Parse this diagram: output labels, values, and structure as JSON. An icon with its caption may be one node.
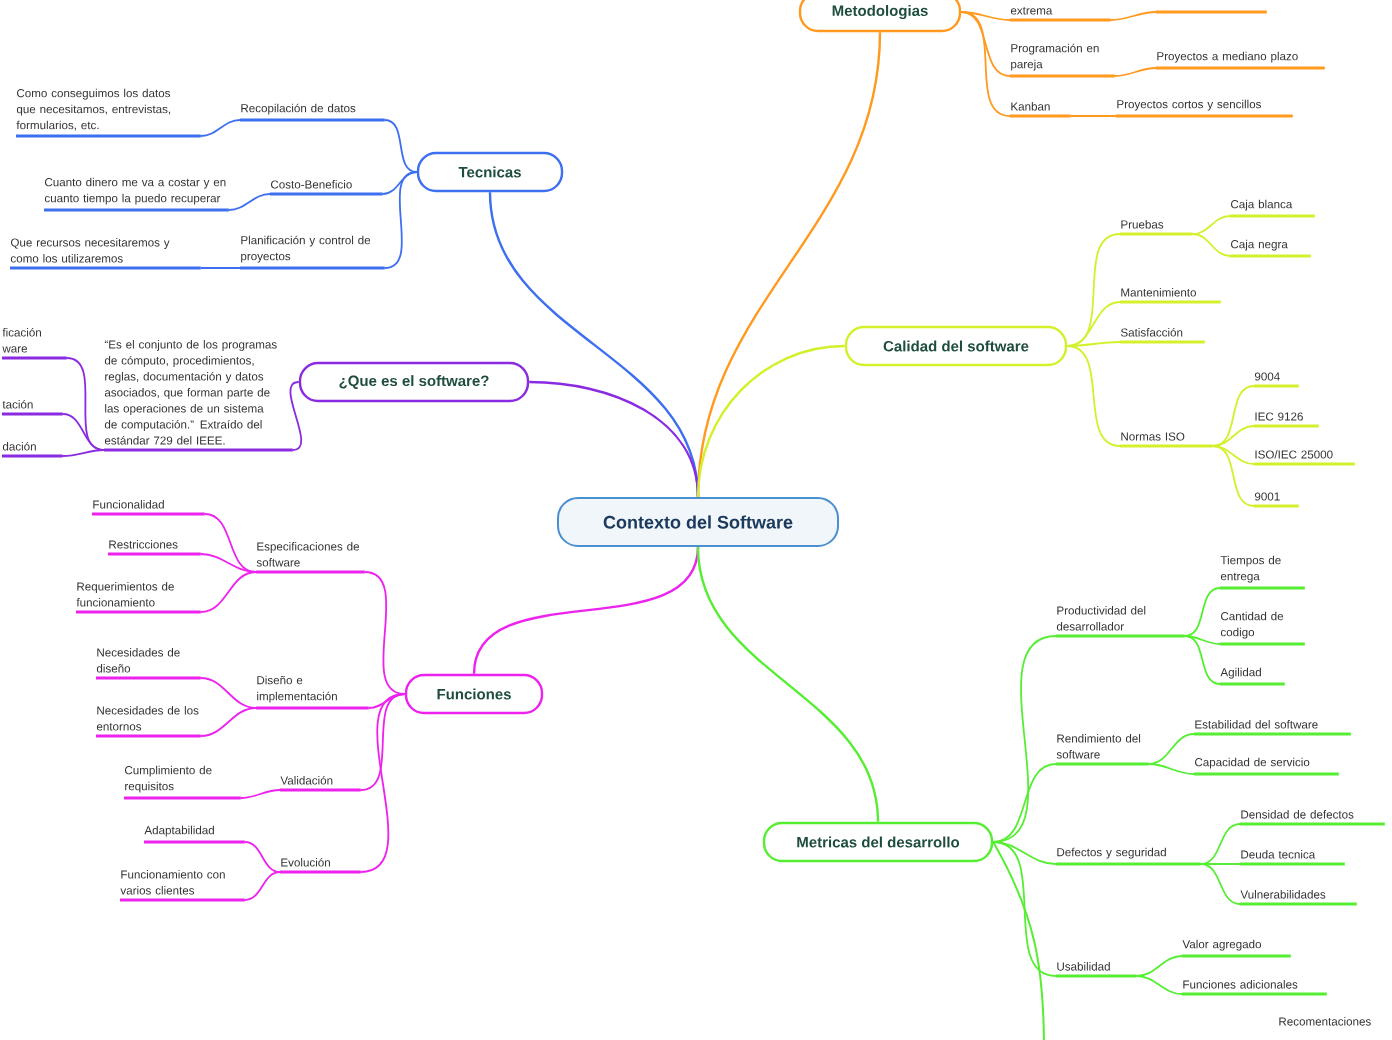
{
  "diagram": {
    "nodes": [
      {
        "text": [
          "Contexto del Software"
        ]
      },
      {
        "text": [
          "Metodologias"
        ]
      },
      {
        "text": [
          "Tecnicas"
        ]
      },
      {
        "text": [
          "Recopilación de datos"
        ]
      },
      {
        "text": [
          "Como conseguimos los datos que necesitamos, entrevistas, formularios, etc."
        ]
      },
      {
        "text": [
          "Costo-Beneficio"
        ]
      },
      {
        "text": [
          "Cuanto dinero me va a costar y en cuanto tiempo la puedo recuperar"
        ]
      },
      {
        "text": [
          "Planificación y control de proyectos"
        ]
      },
      {
        "text": [
          "Que recursos necesitaremos y como los utilizaremos"
        ]
      },
      {
        "text": [
          "¿Que es el software?"
        ]
      },
      {
        "text": [
          "“Es el conjunto de los programas de cómputo, procedimientos, reglas, documentación y datos asociados, que forman parte de las operaciones de un sistema de computación.” Extraído del estándar 729 del IEEE."
        ]
      },
      {
        "text": [
          "ficación ware"
        ]
      },
      {
        "text": [
          "tación"
        ]
      },
      {
        "text": [
          "dación"
        ]
      },
      {
        "text": [
          "Funciones"
        ]
      },
      {
        "text": [
          "Especificaciones de software"
        ]
      },
      {
        "text": [
          "Funcionalidad"
        ]
      },
      {
        "text": [
          "Restricciones"
        ]
      },
      {
        "text": [
          "Requerimientos de funcionamiento"
        ]
      },
      {
        "text": [
          "Diseño e implementación"
        ]
      },
      {
        "text": [
          "Necesidades de diseño"
        ]
      },
      {
        "text": [
          "Necesidades de los entornos"
        ]
      },
      {
        "text": [
          "Validación"
        ]
      },
      {
        "text": [
          "Cumplimiento de requisitos"
        ]
      },
      {
        "text": [
          "Evolución"
        ]
      },
      {
        "text": [
          "Adaptabilidad"
        ]
      },
      {
        "text": [
          "Funcionamiento con varios clientes"
        ]
      },
      {
        "text": [
          "extrema"
        ]
      },
      {
        "text": [],
        "shape": "bar"
      },
      {
        "text": [
          "Programación en pareja"
        ]
      },
      {
        "text": [
          "Proyectos a mediano plazo"
        ]
      },
      {
        "text": [
          "Kanban"
        ]
      },
      {
        "text": [
          "Proyectos cortos y sencillos"
        ]
      },
      {
        "text": [
          "Calidad del software"
        ]
      },
      {
        "text": [
          "Pruebas"
        ]
      },
      {
        "text": [
          "Caja blanca"
        ]
      },
      {
        "text": [
          "Caja negra"
        ]
      },
      {
        "text": [
          "Mantenimiento"
        ]
      },
      {
        "text": [
          "Satisfacción"
        ]
      },
      {
        "text": [
          "Normas ISO"
        ]
      },
      {
        "text": [
          "9004"
        ]
      },
      {
        "text": [
          "IEC 9126"
        ]
      },
      {
        "text": [
          "ISO/IEC 25000"
        ]
      },
      {
        "text": [
          "9001"
        ]
      },
      {
        "text": [
          "Metricas del desarrollo"
        ]
      },
      {
        "text": [
          "Productividad del desarrollador"
        ]
      },
      {
        "text": [
          "Tiempos de entrega"
        ]
      },
      {
        "text": [
          "Cantidad de codigo"
        ]
      },
      {
        "text": [
          "Agilidad"
        ]
      },
      {
        "text": [
          "Rendimiento del software"
        ]
      },
      {
        "text": [
          "Estabilidad del software"
        ]
      },
      {
        "text": [
          "Capacidad de servicio"
        ]
      },
      {
        "text": [
          "Defectos y seguridad"
        ]
      },
      {
        "text": [
          "Densidad de defectos"
        ]
      },
      {
        "text": [
          "Deuda tecnica"
        ]
      },
      {
        "text": [
          "Vulnerabilidades"
        ]
      },
      {
        "text": [
          "Usabilidad"
        ]
      },
      {
        "text": [
          "Valor agregado"
        ]
      },
      {
        "text": [
          "Funciones adicionales"
        ]
      }
    ],
    "edges": [
      {
        "from": 0,
        "to": 1,
        "arrow": "none",
        "color": "#ff9a1f"
      },
      {
        "from": 0,
        "to": 2,
        "arrow": "none",
        "color": "#3d6ff0"
      },
      {
        "from": 0,
        "to": 9,
        "arrow": "none",
        "color": "#8a2be2"
      },
      {
        "from": 0,
        "to": 14,
        "arrow": "none",
        "color": "#ee22ee"
      },
      {
        "from": 0,
        "to": 33,
        "arrow": "none",
        "color": "#d4f02a"
      },
      {
        "from": 0,
        "to": 44,
        "arrow": "none",
        "color": "#55ee33"
      },
      {
        "from": 1,
        "to": 27,
        "arrow": "none",
        "color": "#ff9a1f"
      },
      {
        "from": 1,
        "to": 29,
        "arrow": "none",
        "color": "#ff9a1f"
      },
      {
        "from": 1,
        "to": 31,
        "arrow": "none",
        "color": "#ff9a1f"
      },
      {
        "from": 27,
        "to": 28,
        "arrow": "none",
        "color": "#ff9a1f"
      },
      {
        "from": 29,
        "to": 30,
        "arrow": "none",
        "color": "#ff9a1f"
      },
      {
        "from": 31,
        "to": 32,
        "arrow": "none",
        "color": "#ff9a1f"
      },
      {
        "from": 2,
        "to": 3,
        "arrow": "none",
        "color": "#3d6ff0"
      },
      {
        "from": 2,
        "to": 5,
        "arrow": "none",
        "color": "#3d6ff0"
      },
      {
        "from": 2,
        "to": 7,
        "arrow": "none",
        "color": "#3d6ff0"
      },
      {
        "from": 3,
        "to": 4,
        "arrow": "none",
        "color": "#3d6ff0"
      },
      {
        "from": 5,
        "to": 6,
        "arrow": "none",
        "color": "#3d6ff0"
      },
      {
        "from": 7,
        "to": 8,
        "arrow": "none",
        "color": "#3d6ff0"
      },
      {
        "from": 9,
        "to": 10,
        "arrow": "none",
        "color": "#8a2be2"
      },
      {
        "from": 10,
        "to": 11,
        "arrow": "none",
        "color": "#8a2be2"
      },
      {
        "from": 10,
        "to": 12,
        "arrow": "none",
        "color": "#8a2be2"
      },
      {
        "from": 10,
        "to": 13,
        "arrow": "none",
        "color": "#8a2be2"
      },
      {
        "from": 14,
        "to": 15,
        "arrow": "none",
        "color": "#ee22ee"
      },
      {
        "from": 14,
        "to": 19,
        "arrow": "none",
        "color": "#ee22ee"
      },
      {
        "from": 14,
        "to": 22,
        "arrow": "none",
        "color": "#ee22ee"
      },
      {
        "from": 14,
        "to": 24,
        "arrow": "none",
        "color": "#ee22ee"
      },
      {
        "from": 15,
        "to": 16,
        "arrow": "none",
        "color": "#ee22ee"
      },
      {
        "from": 15,
        "to": 17,
        "arrow": "none",
        "color": "#ee22ee"
      },
      {
        "from": 15,
        "to": 18,
        "arrow": "none",
        "color": "#ee22ee"
      },
      {
        "from": 19,
        "to": 20,
        "arrow": "none",
        "color": "#ee22ee"
      },
      {
        "from": 19,
        "to": 21,
        "arrow": "none",
        "color": "#ee22ee"
      },
      {
        "from": 22,
        "to": 23,
        "arrow": "none",
        "color": "#ee22ee"
      },
      {
        "from": 24,
        "to": 25,
        "arrow": "none",
        "color": "#ee22ee"
      },
      {
        "from": 24,
        "to": 26,
        "arrow": "none",
        "color": "#ee22ee"
      },
      {
        "from": 33,
        "to": 34,
        "arrow": "none",
        "color": "#d4f02a"
      },
      {
        "from": 33,
        "to": 37,
        "arrow": "none",
        "color": "#d4f02a"
      },
      {
        "from": 33,
        "to": 38,
        "arrow": "none",
        "color": "#d4f02a"
      },
      {
        "from": 33,
        "to": 39,
        "arrow": "none",
        "color": "#d4f02a"
      },
      {
        "from": 34,
        "to": 35,
        "arrow": "none",
        "color": "#d4f02a"
      },
      {
        "from": 34,
        "to": 36,
        "arrow": "none",
        "color": "#d4f02a"
      },
      {
        "from": 39,
        "to": 40,
        "arrow": "none",
        "color": "#d4f02a"
      },
      {
        "from": 39,
        "to": 41,
        "arrow": "none",
        "color": "#d4f02a"
      },
      {
        "from": 39,
        "to": 42,
        "arrow": "none",
        "color": "#d4f02a"
      },
      {
        "from": 39,
        "to": 43,
        "arrow": "none",
        "color": "#d4f02a"
      },
      {
        "from": 44,
        "to": 45,
        "arrow": "none",
        "color": "#55ee33"
      },
      {
        "from": 44,
        "to": 49,
        "arrow": "none",
        "color": "#55ee33"
      },
      {
        "from": 44,
        "to": 52,
        "arrow": "none",
        "color": "#55ee33"
      },
      {
        "from": 44,
        "to": 56,
        "arrow": "none",
        "color": "#55ee33"
      },
      {
        "from": 45,
        "to": 46,
        "arrow": "none",
        "color": "#55ee33"
      },
      {
        "from": 45,
        "to": 47,
        "arrow": "none",
        "color": "#55ee33"
      },
      {
        "from": 45,
        "to": 48,
        "arrow": "none",
        "color": "#55ee33"
      },
      {
        "from": 49,
        "to": 50,
        "arrow": "none",
        "color": "#55ee33"
      },
      {
        "from": 49,
        "to": 51,
        "arrow": "none",
        "color": "#55ee33"
      },
      {
        "from": 52,
        "to": 53,
        "arrow": "none",
        "color": "#55ee33"
      },
      {
        "from": 52,
        "to": 54,
        "arrow": "none",
        "color": "#55ee33"
      },
      {
        "from": 52,
        "to": 55,
        "arrow": "none",
        "color": "#55ee33"
      },
      {
        "from": 56,
        "to": 57,
        "arrow": "none",
        "color": "#55ee33"
      },
      {
        "from": 56,
        "to": 58,
        "arrow": "none",
        "color": "#55ee33"
      },
      {
        "from": 44,
        "to": null,
        "arrow": "none",
        "color": "#55ee33"
      }
    ],
    "labels": [
      "Recomentaciones"
    ]
  }
}
